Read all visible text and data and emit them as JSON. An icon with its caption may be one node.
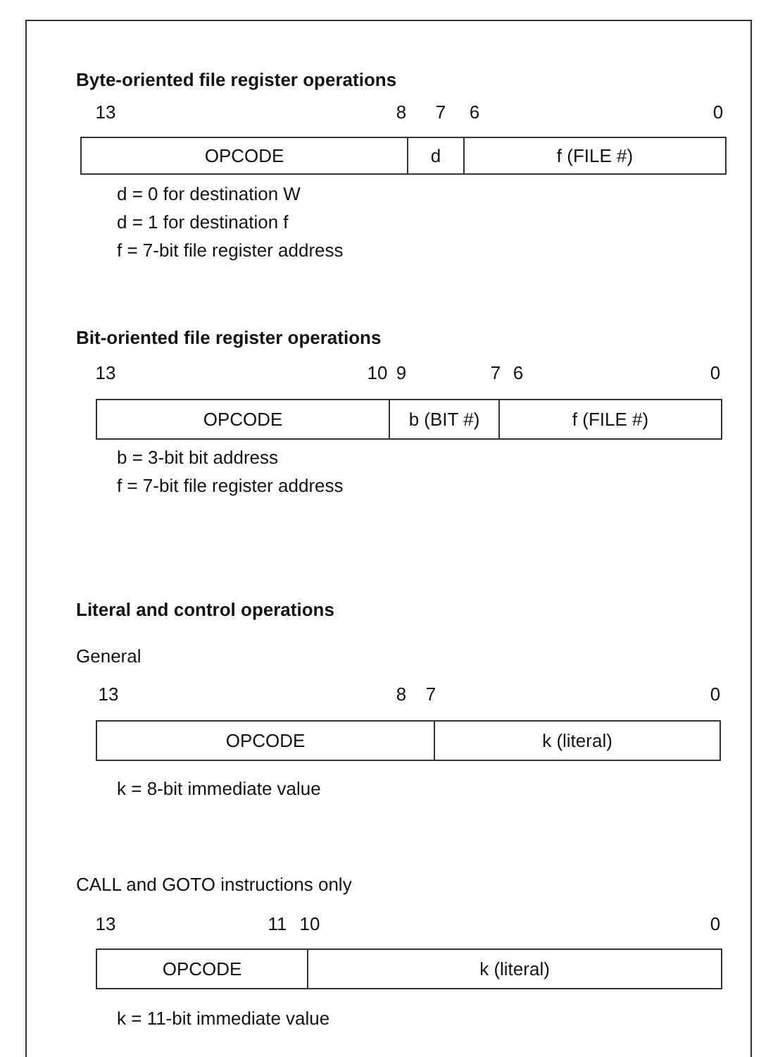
{
  "diagram": {
    "nodes": [
      {
        "text": [
          "OPCODE"
        ]
      },
      {
        "text": [
          "d"
        ]
      },
      {
        "text": [
          "f (FILE #)"
        ]
      },
      {
        "text": [
          "OPCODE"
        ]
      },
      {
        "text": [
          "b (BIT #)"
        ]
      },
      {
        "text": [
          "f (FILE #)"
        ]
      },
      {
        "text": [
          "OPCODE"
        ]
      },
      {
        "text": [
          "k (literal)"
        ]
      },
      {
        "text": [
          "OPCODE"
        ]
      },
      {
        "text": [
          "k (literal)"
        ]
      }
    ],
    "labels": [
      "Byte-oriented file register operations",
      "13",
      "8",
      "7",
      "6",
      "0",
      "d = 0 for destination W",
      "d = 1 for destination f",
      "f = 7-bit file register address",
      "Bit-oriented file register operations",
      "13",
      "10",
      "9",
      "7",
      "6",
      "0",
      "b = 3-bit bit address",
      "f = 7-bit file register address",
      "Literal and control operations",
      "General",
      "13",
      "8",
      "7",
      "0",
      "k = 8-bit immediate value",
      "CALL and GOTO instructions only",
      "13",
      "11",
      "10",
      "0",
      "k = 11-bit immediate value"
    ]
  }
}
